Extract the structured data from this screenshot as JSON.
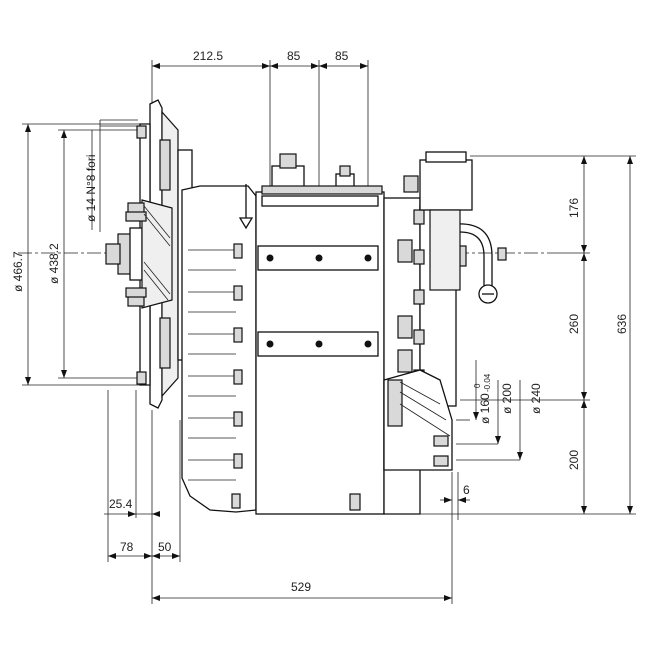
{
  "drawing": {
    "dimensions": {
      "top_212_5": "212.5",
      "top_85_a": "85",
      "top_85_b": "85",
      "dia_466_7": "ø 466.7",
      "dia_438_2": "ø 438.2",
      "holes": "ø 14  N°8 fori",
      "right_176": "176",
      "right_260": "260",
      "right_636": "636",
      "right_200": "200",
      "dia_160": "ø 160",
      "tol_upper": "0",
      "tol_lower": "-0.04",
      "dia_200": "ø 200",
      "dia_240": "ø 240",
      "small_6": "6",
      "left_25_4": "25.4",
      "bottom_78": "78",
      "bottom_50": "50",
      "bottom_529": "529"
    }
  }
}
